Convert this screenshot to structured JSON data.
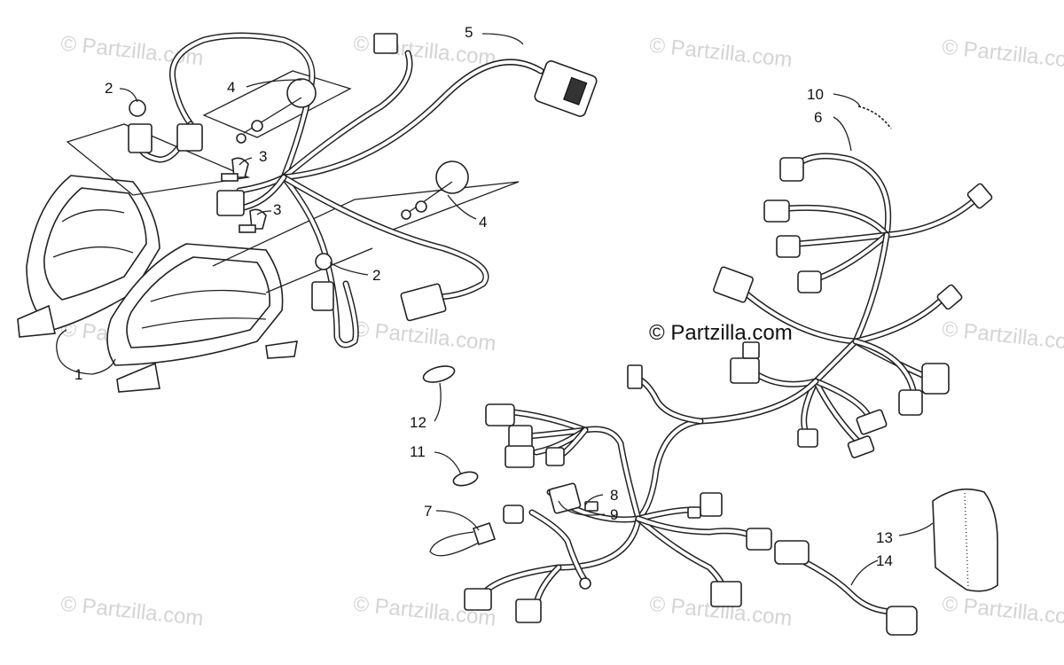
{
  "watermark": "© Partzilla.com",
  "copyright": "© Partzilla.com",
  "callouts": {
    "c1": "1",
    "c2a": "2",
    "c2b": "2",
    "c3a": "3",
    "c3b": "3",
    "c4a": "4",
    "c4b": "4",
    "c5": "5",
    "c6": "6",
    "c7": "7",
    "c8": "8",
    "c9": "9",
    "c10": "10",
    "c11": "11",
    "c12": "12",
    "c13": "13",
    "c14": "14"
  }
}
